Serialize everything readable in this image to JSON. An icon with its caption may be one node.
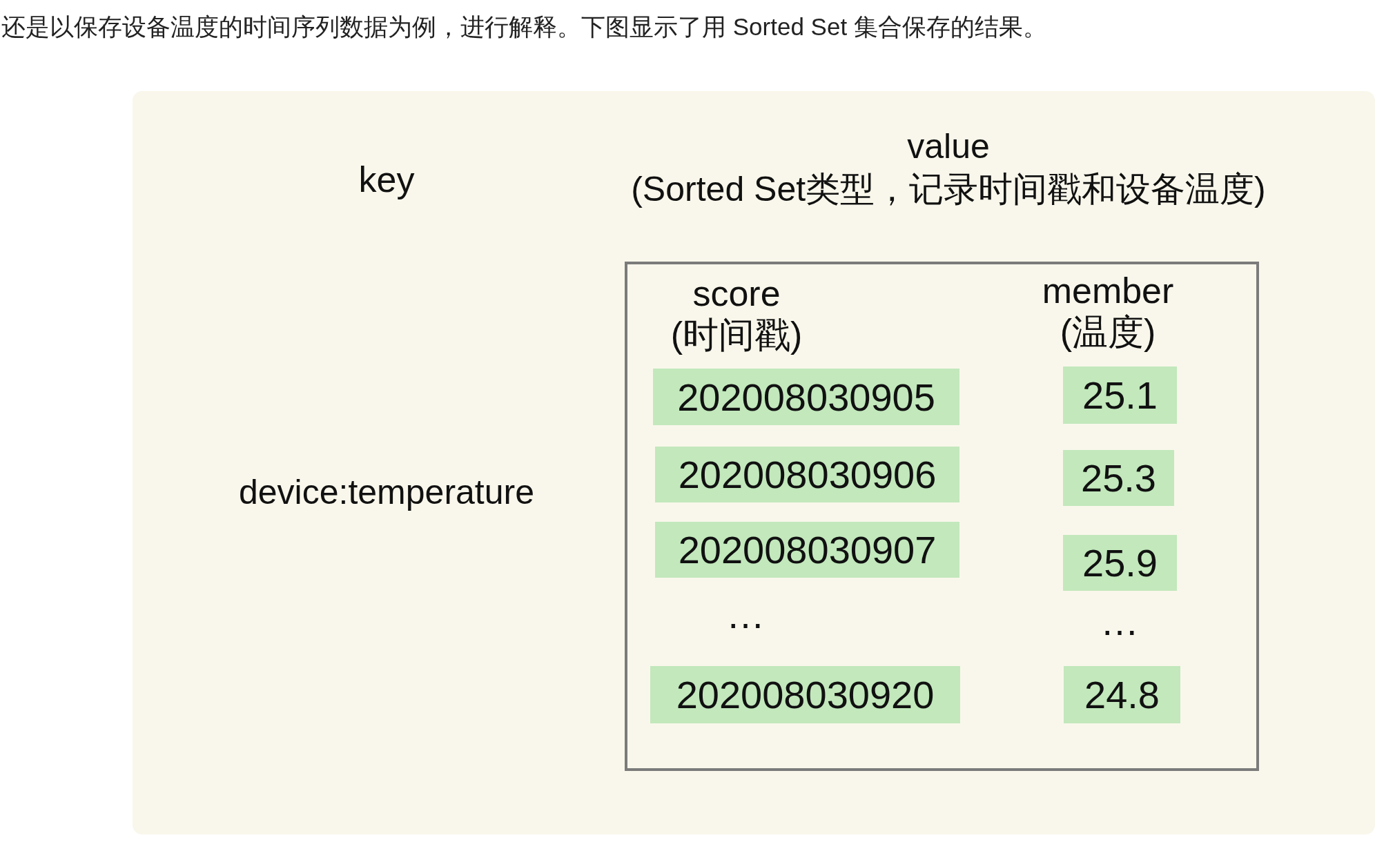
{
  "diagram": {
    "nodes": [
      {
        "text": [
          "key",
          "value (Sorted Set类型，记录时间戳和设备温度)",
          "device:temperature"
        ]
      },
      {
        "text": [
          "score (时间戳)",
          "member (温度)"
        ],
        "in": 0
      },
      {
        "text": [
          "202008030905"
        ],
        "in": 1
      },
      {
        "text": [
          "25.1"
        ],
        "in": 1
      },
      {
        "text": [
          "202008030906"
        ],
        "in": 1
      },
      {
        "text": [
          "25.3"
        ],
        "in": 1
      },
      {
        "text": [
          "202008030907"
        ],
        "in": 1
      },
      {
        "text": [
          "25.9"
        ],
        "in": 1
      },
      {
        "text": [
          "202008030920"
        ],
        "in": 1
      },
      {
        "text": [
          "24.8"
        ],
        "in": 1
      }
    ],
    "labels": [
      "还是以保存设备温度的时间序列数据为例，进行解释。下图显示了用 Sorted Set 集合保存的结果。",
      "…",
      "…"
    ]
  }
}
